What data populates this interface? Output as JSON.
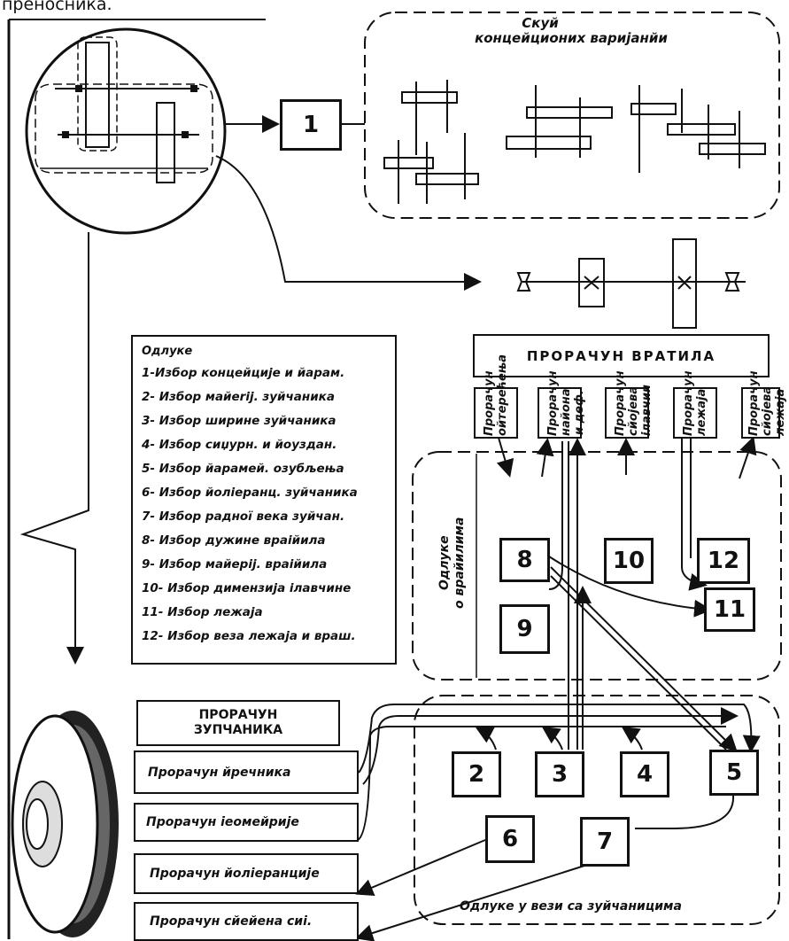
{
  "header_fragment": "преносника.",
  "variants_group": {
    "line1": "Скуй",
    "line2": "концейционих варијанйи"
  },
  "step_box": "1",
  "decisions": {
    "title": "Одлуке",
    "items": [
      "1-Избор концейције и йарам.",
      "2- Избор майеrij. зуйчаника",
      "3- Избор ширине зуйчаника",
      "4- Избор сиџурн. и йоуздан.",
      "5- Избор йарамей. озубљења",
      "6- Избор йоліеранц. зуйчаника",
      "7- Избор радної века зуйчан.",
      "8- Избор дужине враійила",
      "9- Избор майеріј. враійила",
      "10- Избор димензија ілавчине",
      "11- Избор лежаја",
      "12- Избор веза лежаја и враш."
    ]
  },
  "shaft_calc": {
    "title": "ПРОРАЧУН ВРАТИЛА",
    "columns": [
      [
        "Прорачун",
        "ойтерећења"
      ],
      [
        "Прорачун",
        "найона и деф."
      ],
      [
        "Прорачун",
        "сйојева ілавчин"
      ],
      [
        "Прорачун",
        "лежаја"
      ],
      [
        "Прорачун",
        "сйојева лежаја"
      ]
    ]
  },
  "shaft_decisions": {
    "line1": "Одлуке",
    "line2": "о врайилима",
    "boxes": [
      "8",
      "9",
      "10",
      "11",
      "12"
    ]
  },
  "gear_calc": {
    "title_line1": "ПРОРАЧУН",
    "title_line2": "ЗУПЧАНИКА",
    "items": [
      "Прорачун йречника",
      "Прорачун іеомейрије",
      "Прорачун йоліеранције",
      "Прорачун сйейена сиі."
    ]
  },
  "gear_decisions": {
    "label": "Одлуке у вези са зуйчаницима",
    "boxes": [
      "2",
      "3",
      "4",
      "5",
      "6",
      "7"
    ]
  }
}
